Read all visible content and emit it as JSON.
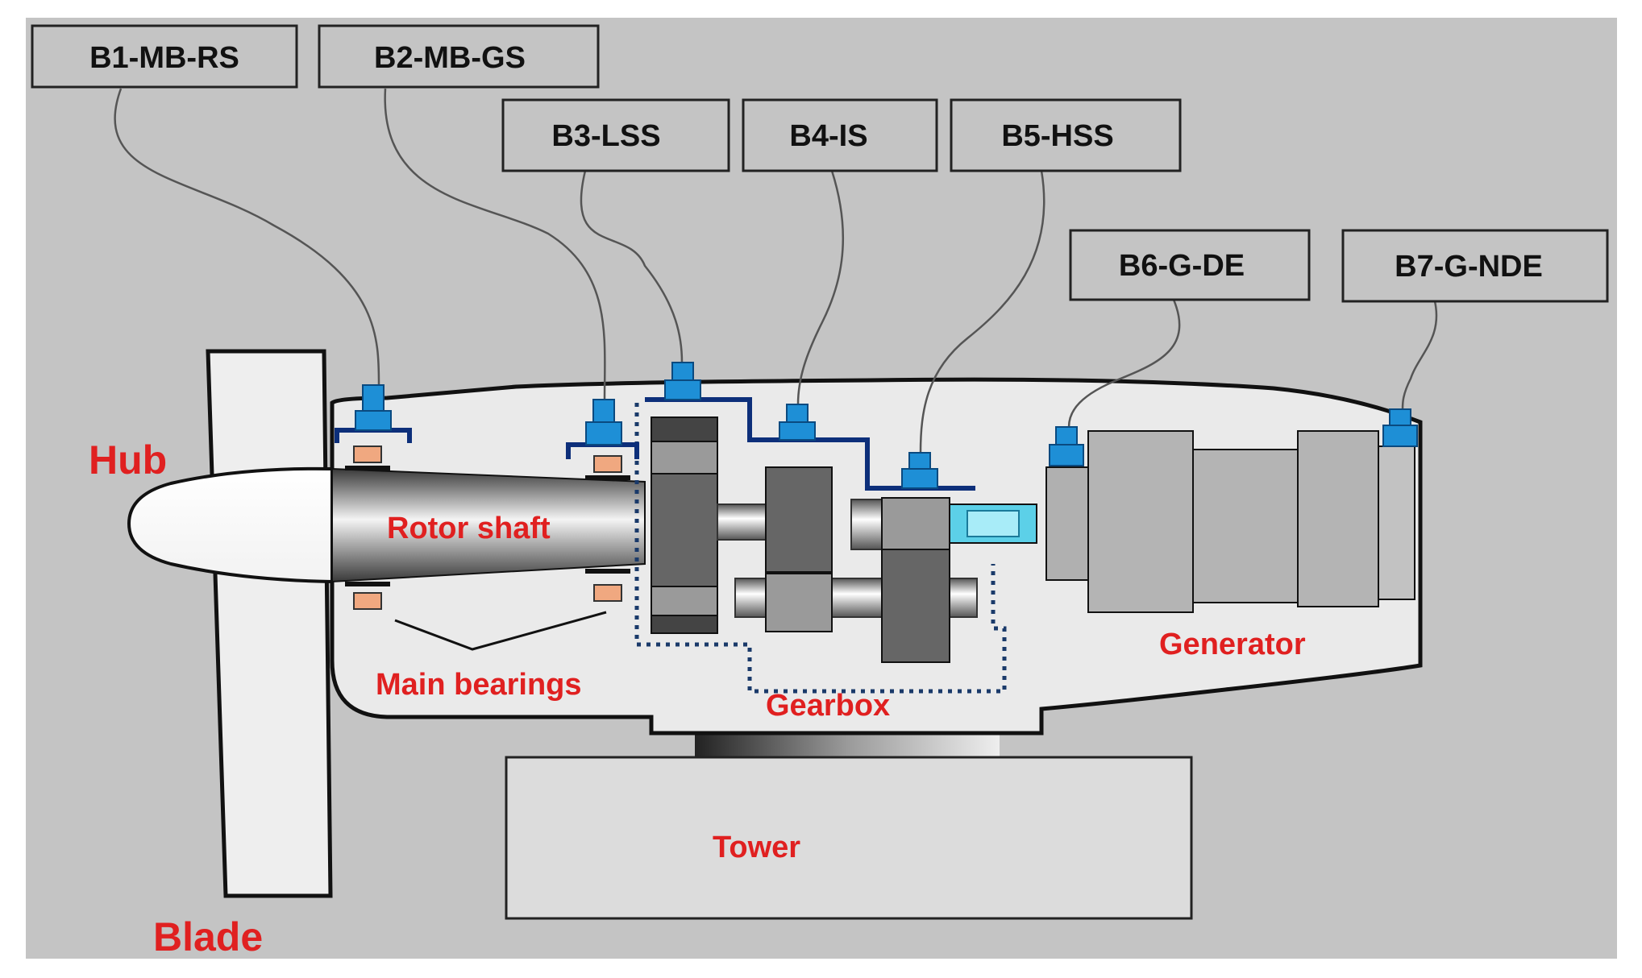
{
  "sensors": [
    {
      "id": "B1",
      "label": "B1-MB-RS"
    },
    {
      "id": "B2",
      "label": "B2-MB-GS"
    },
    {
      "id": "B3",
      "label": "B3-LSS"
    },
    {
      "id": "B4",
      "label": "B4-IS"
    },
    {
      "id": "B5",
      "label": "B5-HSS"
    },
    {
      "id": "B6",
      "label": "B6-G-DE"
    },
    {
      "id": "B7",
      "label": "B7-G-NDE"
    }
  ],
  "components": {
    "hub": "Hub",
    "blade": "Blade",
    "rotor_shaft": "Rotor shaft",
    "main_bearings": "Main bearings",
    "gearbox": "Gearbox",
    "generator": "Generator",
    "tower": "Tower"
  },
  "colors": {
    "background": "#c4c4c4",
    "label_red": "#e02020",
    "sensor_blue": "#1e8fd6",
    "bracket_navy": "#0d2f7a",
    "nacelle": "#eaeaea",
    "bearing_pad": "#f0a880"
  }
}
